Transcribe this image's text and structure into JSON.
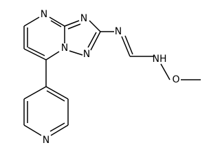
{
  "atoms": {
    "n_pyrimidine": "N",
    "n_triazole_top": "N",
    "n_bridgehead": "N",
    "n_triazole_low": "N",
    "n_imine": "N",
    "nh_group": "NH",
    "o_methoxy": "O",
    "n_pyridine": "N"
  }
}
